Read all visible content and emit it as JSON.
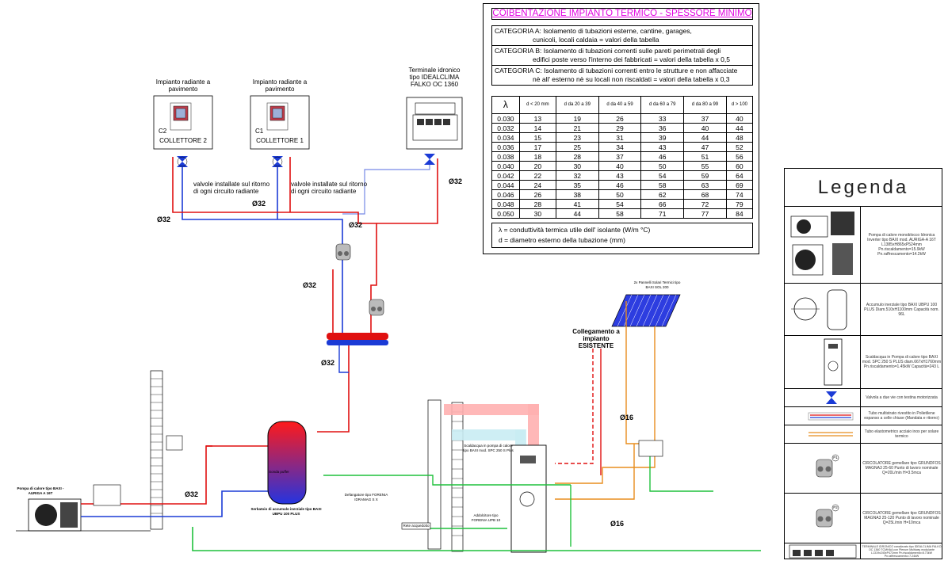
{
  "insulation_table": {
    "title": "COIBENTAZIONE IMPIANTO TERMICO - SPESSORE MINIMO",
    "categories": [
      {
        "line1": "CATEGORIA A: Isolamento di tubazioni esterne, cantine, garages,",
        "line2": "cunicoli, locali caldaia = valori della tabella"
      },
      {
        "line1": "CATEGORIA B: Isolamento di tubazioni correnti sulle pareti perimetrali degli",
        "line2": "edifici poste verso l'interno dei fabbricati = valori della tabella x 0,5"
      },
      {
        "line1": "CATEGORIA C: Isolamento di tubazioni correnti entro le strutture e non affacciate",
        "line2": "nè all' esterno nè su locali non riscaldati = valori della tabella x 0,3"
      }
    ],
    "header": [
      "λ",
      "d < 20 mm",
      "d da 20 a 39",
      "d da 40 a 59",
      "d da 60 a 79",
      "d da 80 a 99",
      "d > 100"
    ],
    "rows": [
      [
        "0.030",
        "13",
        "19",
        "26",
        "33",
        "37",
        "40"
      ],
      [
        "0.032",
        "14",
        "21",
        "29",
        "36",
        "40",
        "44"
      ],
      [
        "0.034",
        "15",
        "23",
        "31",
        "39",
        "44",
        "48"
      ],
      [
        "0.036",
        "17",
        "25",
        "34",
        "43",
        "47",
        "52"
      ],
      [
        "0.038",
        "18",
        "28",
        "37",
        "46",
        "51",
        "56"
      ],
      [
        "0.040",
        "20",
        "30",
        "40",
        "50",
        "55",
        "60"
      ],
      [
        "0.042",
        "22",
        "32",
        "43",
        "54",
        "59",
        "64"
      ],
      [
        "0.044",
        "24",
        "35",
        "46",
        "58",
        "63",
        "69"
      ],
      [
        "0.046",
        "26",
        "38",
        "50",
        "62",
        "68",
        "74"
      ],
      [
        "0.048",
        "28",
        "41",
        "54",
        "66",
        "72",
        "79"
      ],
      [
        "0.050",
        "30",
        "44",
        "58",
        "71",
        "77",
        "84"
      ]
    ],
    "note1": "λ  = conduttività termica utile dell' isolante (W/m °C)",
    "note2": "d  = diametro esterno della tubazione (mm)"
  },
  "schema": {
    "radiant1_title": "Impianto radiante a pavimento",
    "radiant2_title": "Impianto radiante a pavimento",
    "collector2_tag": "C2",
    "collector1_tag": "C1",
    "collector2_label": "COLLETTORE 2",
    "collector1_label": "COLLETTORE 1",
    "terminal_title": "Terminale idronico tipo IDEALCLIMA FALKO OC 1360",
    "valve_note_1": "valvole installate sul ritorno di ogni circuito radiante",
    "valve_note_2": "valvole installate sul ritorno di ogni circuito radiante",
    "d32": "Ø32",
    "d16": "Ø16",
    "existing": "Collegamento a impianto ESISTENTE",
    "heat_pump_label": "Pompa di calore tipo BAXI - AURIGA A 16T",
    "buffer_label": "Serbatoio di accumulo inerziale tipo BAXI UBPU 100 PLUS",
    "dhw_label": "Scaldacqua in pompa di calore tipo BAXI mod. SPC 250 S Plus",
    "solar_label": "2x Pannelli Solari Termici tipo BAXI SOL 200",
    "defangatore": "Defangatore tipo FORENIA IDRAMAG S X",
    "addolcitore": "Addolcitore tipo FORENIA UPB 10",
    "rete": "Rete acquedotto",
    "probe": "Sonda puffer"
  },
  "legend": {
    "title": "Legenda",
    "items": [
      {
        "text": "Pompa di calore monoblocco Idronica Inverter tipo BAXI mod. AURIGA-A 16T L1385xH865xP524mm Pn.riscaldamento=15.9kW Pn.raffrescamento=14.2kW"
      },
      {
        "text": "Accumulo inerziale tipo BAXI UBPU 100 PLUS Diam.510xH1100mm Capacità nom. 96L"
      },
      {
        "text": "Scaldacqua in Pompa di calore tipo BAXI mod. SPC 250 S PLUS diam.667xH1760mm Pn.riscaldamento=1.45kW Capacità=243 L"
      },
      {
        "text": "Valvola a due vie con testina motorizzata"
      },
      {
        "text": "Tubo multistrato rivestito in Polietilene espanso a celle chiuse (Mandata e ritorno)"
      },
      {
        "text": "Tubo elastometrico acciaio inox per solare termico"
      },
      {
        "text": "CIRCOLATORE gemellare tipo GRUNDFOS MAGNA3 25-60 Punto di lavoro nominale Q=20L/min H=3.5mca"
      },
      {
        "text": "CIRCOLATORE gemellare tipo GRUNDFOS MAGNA3 25-120 Punto di lavoro nominale Q=25L/min H=10mca"
      },
      {
        "text": "TERMINALE IDRONICO canalizzato tipo IDEALCLIMA FALKO OC 1360 TCMHAA con Plenum Multiway modulante L1319x240xP472mm Pn.riscaldamento=8.73kW Pn.raffrescamento=7.24kW"
      }
    ],
    "p1": "P1",
    "p2": "P2",
    "fan_title": "FANCOIL CANALIZZATO FALKO OC 1360"
  }
}
